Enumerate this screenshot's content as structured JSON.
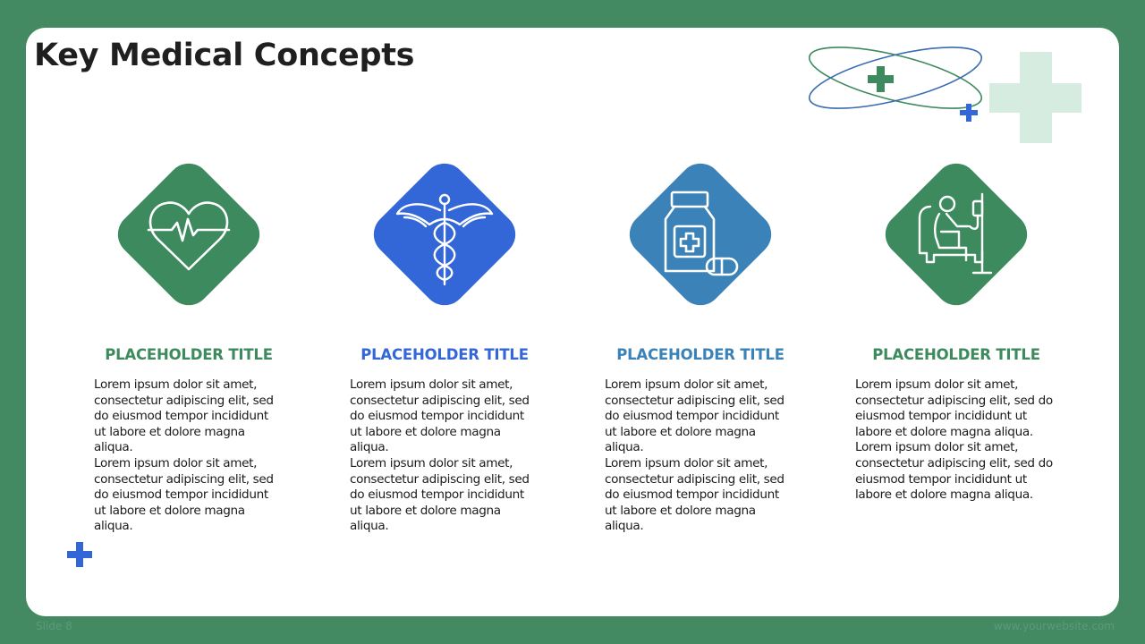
{
  "slide": {
    "title": "Key Medical Concepts",
    "footer_left": "Slide 8",
    "footer_right": "www.yourwebsite.com"
  },
  "colors": {
    "background": "#438a63",
    "green": "#3d8a5e",
    "blue": "#3366d6",
    "steel_blue": "#3a82b7",
    "light_green": "#d6ece0"
  },
  "columns": [
    {
      "icon": "heart-pulse-icon",
      "title": "PLACEHOLDER TITLE",
      "body": "Lorem ipsum dolor sit amet,\nconsectetur adipiscing elit, sed\ndo eiusmod tempor incididunt\nut labore et dolore magna\naliqua.\n Lorem ipsum dolor sit amet,\nconsectetur adipiscing elit, sed\ndo eiusmod tempor incididunt\nut labore et dolore magna\naliqua."
    },
    {
      "icon": "caduceus-icon",
      "title": "PLACEHOLDER TITLE",
      "body": "Lorem ipsum dolor sit amet,\nconsectetur adipiscing elit, sed\ndo eiusmod tempor incididunt\nut labore et dolore magna\naliqua.\n Lorem ipsum dolor sit amet,\nconsectetur adipiscing elit, sed\ndo eiusmod tempor incididunt\nut labore et dolore magna\naliqua."
    },
    {
      "icon": "medicine-bottle-icon",
      "title": "PLACEHOLDER TITLE",
      "body": "Lorem ipsum dolor sit amet,\nconsectetur adipiscing elit, sed\ndo eiusmod tempor incididunt\nut labore et dolore magna\naliqua.\n Lorem ipsum dolor sit amet,\nconsectetur adipiscing elit, sed\ndo eiusmod tempor incididunt\nut labore et dolore magna\naliqua."
    },
    {
      "icon": "patient-iv-icon",
      "title": "PLACEHOLDER TITLE",
      "body": "Lorem ipsum dolor sit amet,\nconsectetur adipiscing elit, sed do\neiusmod tempor incididunt ut\nlabore et dolore magna aliqua.\n Lorem ipsum dolor sit amet,\nconsectetur adipiscing elit, sed do\neiusmod tempor incididunt ut\nlabore et dolore magna aliqua."
    }
  ]
}
